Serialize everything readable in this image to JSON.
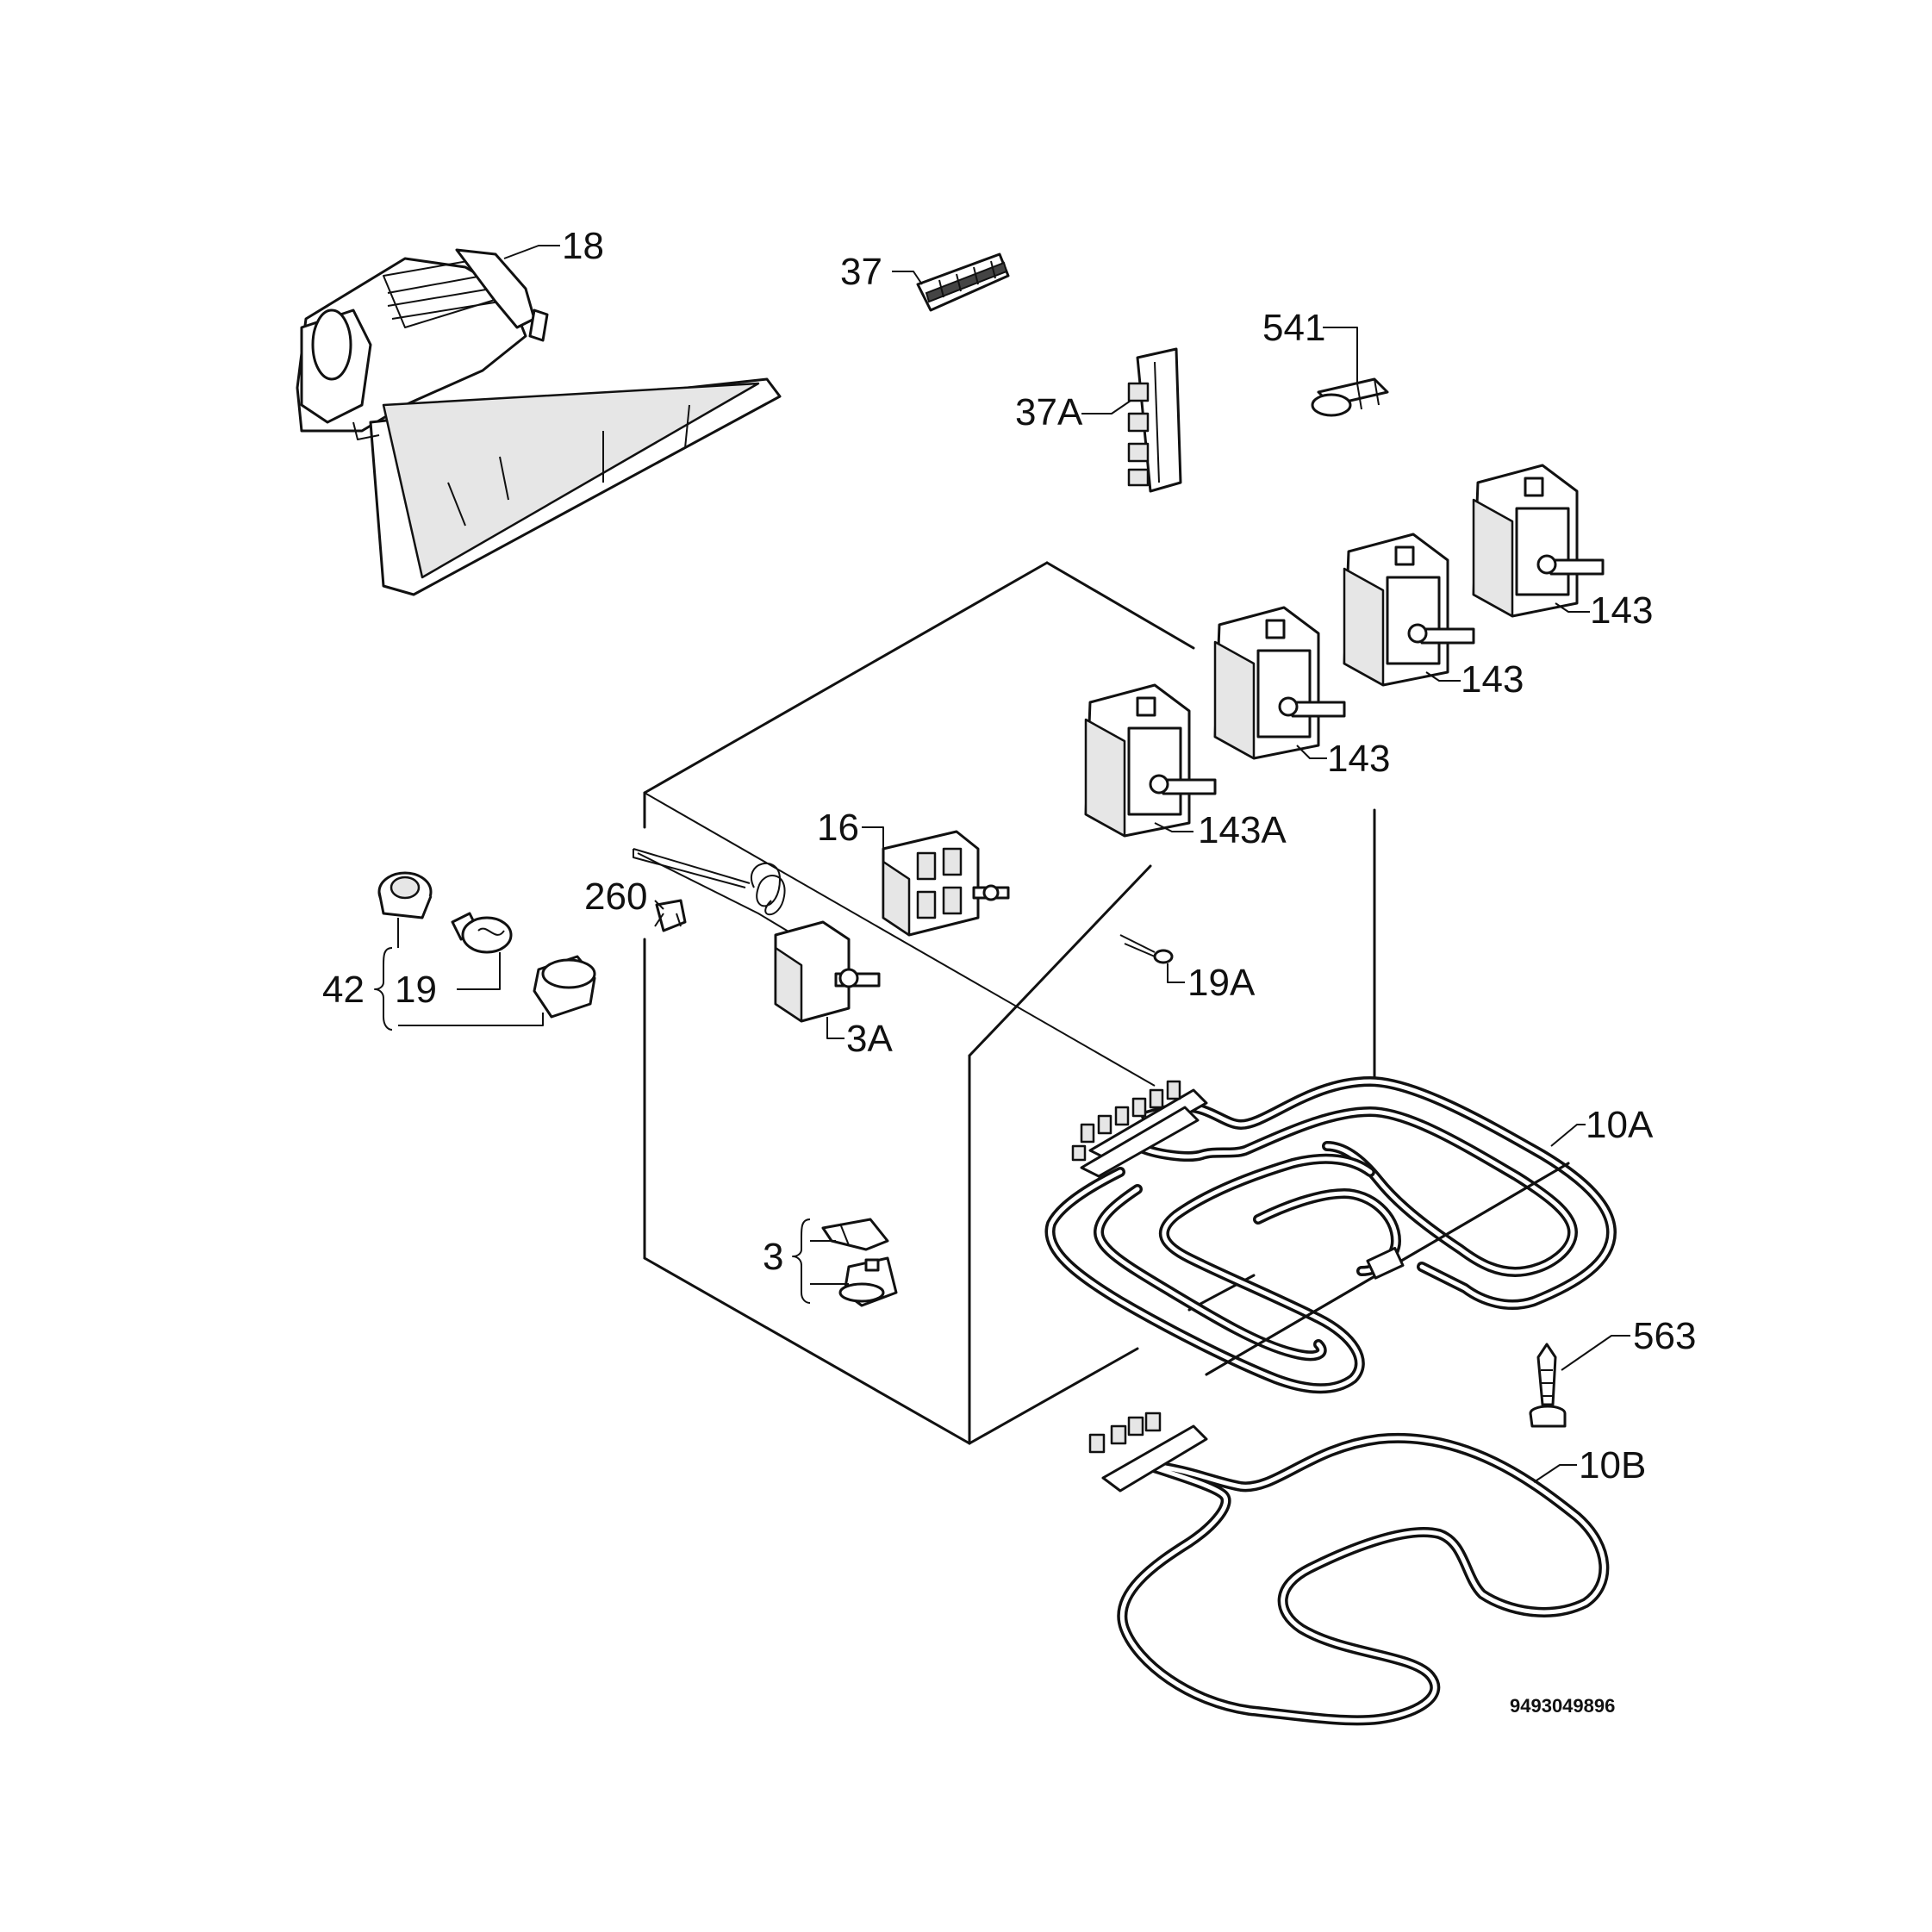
{
  "diagram": {
    "callouts": {
      "fan_assembly": "18",
      "terminal_block_top": "37",
      "terminal_block_side": "37A",
      "part_541": "541",
      "regulator_1": "143",
      "regulator_2": "143",
      "regulator_3": "143",
      "regulator_main": "143A",
      "selector_switch": "16",
      "sensor_clip": "260",
      "lamp_group": "42",
      "lamp_bulb": "19",
      "thermostat": "3A",
      "lamp_small": "19A",
      "upper_element": "10A",
      "safety_thermostat": "3",
      "fixing_screw": "563",
      "grill_element": "10B"
    },
    "drawing_number": "9493049896"
  }
}
